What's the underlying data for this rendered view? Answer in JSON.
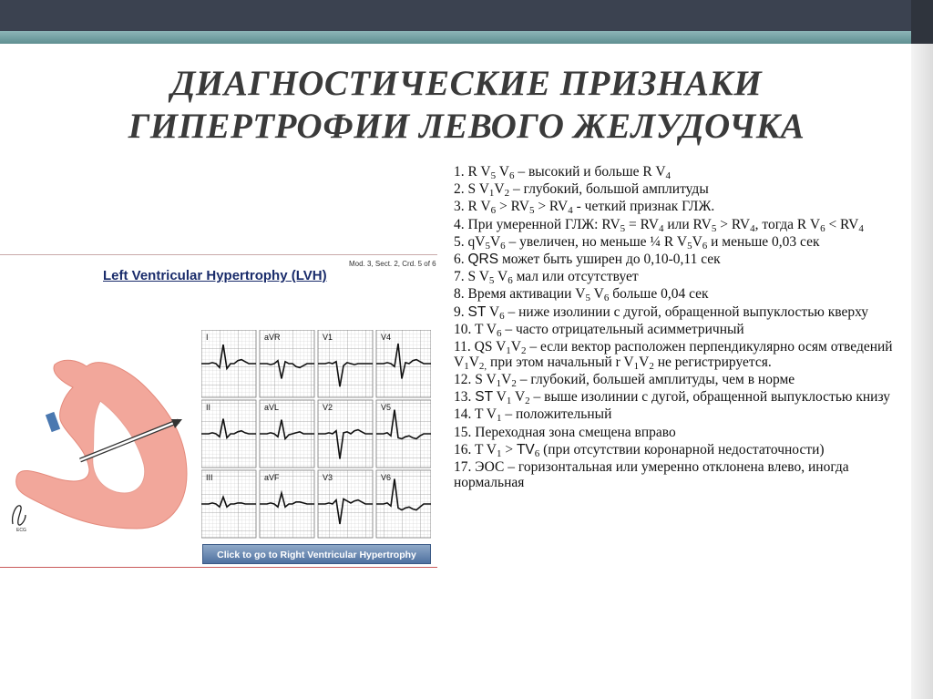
{
  "slide": {
    "title_line1": "ДИАГНОСТИЧЕСКИЕ ПРИЗНАКИ",
    "title_line2": "ГИПЕРТРОФИИ ЛЕВОГО ЖЕЛУДОЧКА"
  },
  "figure": {
    "title": "Left Ventricular Hypertrophy (LVH)",
    "module_ref": "Mod. 3, Sect. 2, Crd. 5 of 6",
    "link_button": "Click to go to Right Ventricular Hypertrophy",
    "leads": [
      "I",
      "aVR",
      "V1",
      "V4",
      "II",
      "aVL",
      "V2",
      "V5",
      "III",
      "aVF",
      "V3",
      "V6"
    ],
    "signature_text": "ECG"
  },
  "criteria": {
    "i1": {
      "a": "1. R V",
      "s1": "5",
      "b": " V",
      "s2": "6",
      "c": " – высокий и больше R V",
      "s3": "4"
    },
    "i2": {
      "a": "2. S V",
      "s1": "1",
      "b": "V",
      "s2": "2",
      "c": " – глубокий, большой амплитуды"
    },
    "i3": {
      "a": "3. R V",
      "s1": "6",
      "b": " > RV",
      "s2": "5",
      "c": " > RV",
      "s3": "4",
      "d": "  - четкий признак ГЛЖ."
    },
    "i4": {
      "a": "4. При умеренной ГЛЖ: RV",
      "s1": "5",
      "b": " = RV",
      "s2": "4",
      "c": " или RV",
      "s3": "5",
      "d": " > RV",
      "s4": "4",
      "e": ", тогда R V",
      "s5": "6",
      "f": " < RV",
      "s6": "4"
    },
    "i5": {
      "a": "5. qV",
      "s1": "5",
      "b": "V",
      "s2": "6",
      "c": " – увеличен, но меньше ¼ R V",
      "s3": "5",
      "d": "V",
      "s4": "6",
      "e": "  и меньше 0,03 сек"
    },
    "i6": {
      "a": "6. ",
      "b": "QRS",
      "c": " может быть уширен до 0,10-0,11 сек"
    },
    "i7": {
      "a": "7. S V",
      "s1": "5",
      "b": " V",
      "s2": "6",
      "c": " мал или отсутствует"
    },
    "i8": {
      "a": "8. Время активации V",
      "s1": "5",
      "b": " V",
      "s2": "6",
      "c": "   больше 0,04 сек"
    },
    "i9": {
      "a": "9.  ",
      "b": "ST",
      "c": " V",
      "s1": "6",
      "d": " – ниже изолинии с дугой, обращенной выпуклостью кверху"
    },
    "i10": {
      "a": "10. T V",
      "s1": "6",
      "b": " – часто отрицательный асимметричный"
    },
    "i11": {
      "a": "11. QS V",
      "s1": "1",
      "b": "V",
      "s2": "2",
      "c": " – если вектор расположен перпендикулярно осям отведений V",
      "s3": "1",
      "d": "V",
      "s4": "2,",
      "e": " при этом начальный r V",
      "s5": "1",
      "f": "V",
      "s6": "2",
      "g": " не регистрируется."
    },
    "i12": {
      "a": "12. S V",
      "s1": "1",
      "b": "V",
      "s2": "2",
      "c": " – глубокий, большей амплитуды, чем в норме"
    },
    "i13": {
      "a": "13. ",
      "b": "ST",
      "c": " V",
      "s1": "1",
      "d": " V",
      "s2": "2",
      "e": " – выше изолинии с дугой, обращенной выпуклостью книзу"
    },
    "i14": {
      "a": "14. T V",
      "s1": "1",
      "b": " – положительный"
    },
    "i15": {
      "a": "15. Переходная зона смещена вправо"
    },
    "i16": {
      "a": "16. T V",
      "s1": "1",
      "b": " > ",
      "c": "TV",
      "s2": "6",
      "d": " (при отсутствии коронарной недостаточности)"
    },
    "i17": {
      "a": "17. ЭОС – горизонтальная или умеренно отклонена влево, иногда нормальная"
    }
  },
  "colors": {
    "topbar": "#3b4250",
    "accent_stripe": "#7aa4a6",
    "heart": "#f2a79b",
    "figure_title": "#1a2c6b"
  }
}
